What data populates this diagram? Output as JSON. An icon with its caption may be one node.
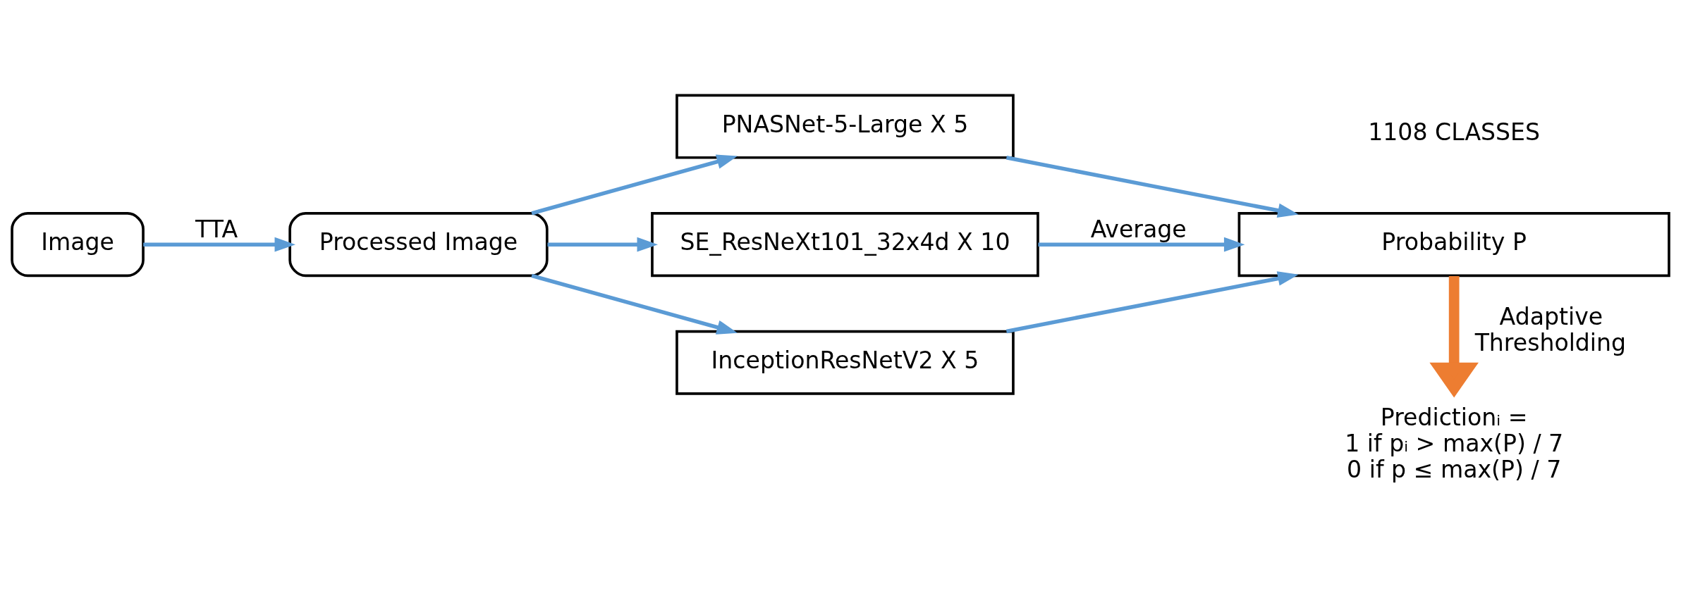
{
  "diagram": {
    "nodes": [
      {
        "text": [
          "Image"
        ]
      },
      {
        "text": [
          "Processed Image"
        ]
      },
      {
        "text": [
          "PNASNet-5-Large X 5"
        ]
      },
      {
        "text": [
          "SE_ResNeXt101_32x4d X 10"
        ]
      },
      {
        "text": [
          "InceptionResNetV2 X 5"
        ]
      },
      {
        "text": [
          "Probability P"
        ]
      },
      {
        "text": [
          "Predictionᵢ =",
          "1 if pᵢ > max(P) / 7",
          "0 if p ≤ max(P) / 7"
        ]
      }
    ],
    "edges": [
      {
        "from": 0,
        "to": 1,
        "arrow": "to",
        "label": "TTA"
      },
      {
        "from": 1,
        "to": 2,
        "arrow": "to"
      },
      {
        "from": 1,
        "to": 3,
        "arrow": "to"
      },
      {
        "from": 1,
        "to": 4,
        "arrow": "to"
      },
      {
        "from": 2,
        "to": 5,
        "arrow": "to"
      },
      {
        "from": 3,
        "to": 5,
        "arrow": "to",
        "label": "Average"
      },
      {
        "from": 4,
        "to": 5,
        "arrow": "to"
      },
      {
        "from": 5,
        "to": 6,
        "arrow": "to",
        "label": "Adaptive Thresholding",
        "style": "thick",
        "color": "#ed7d31"
      }
    ],
    "labels": [
      "1108 CLASSES"
    ]
  }
}
